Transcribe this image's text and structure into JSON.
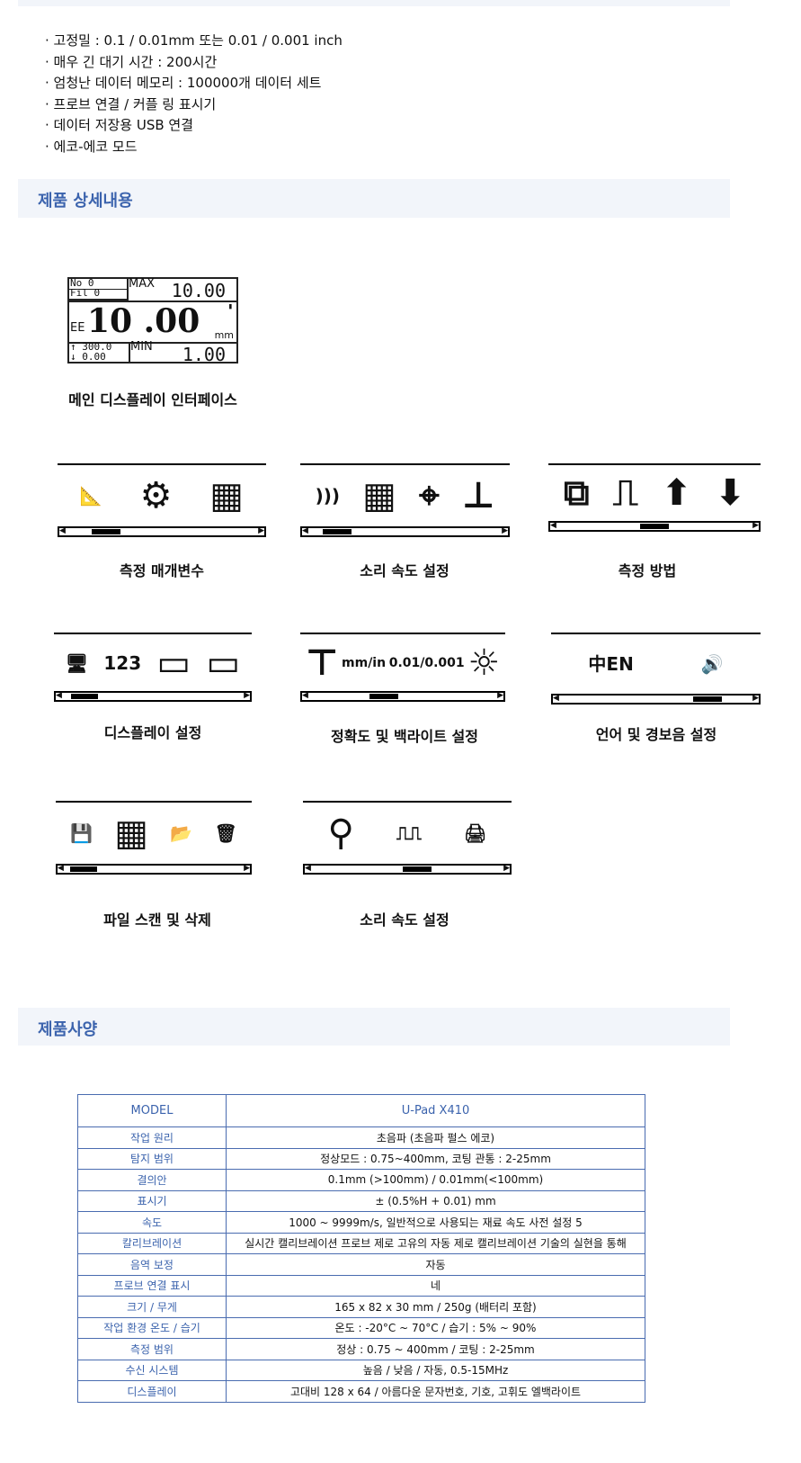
{
  "bullets": [
    "· 고정밀 : 0.1 / 0.01mm 또는 0.01 / 0.001 inch",
    "· 매우 긴 대기 시간 : 200시간",
    "· 엄청난 데이터 메모리 : 100000개 데이터 세트",
    "· 프로브 연결 / 커플 링 표시기",
    "· 데이터 저장용 USB 연결",
    "· 에코-에코 모드"
  ],
  "section_detail": "제품 상세내용",
  "lcd": {
    "no": "No  0",
    "fil": "Fil 0",
    "max_label": "MAX",
    "max_value": "10.00",
    "mode": "EE",
    "main_value": "10 .00",
    "unit": "mm",
    "upper": "↑ 300.0",
    "lower": "↓ 0.00",
    "min_label": "MIN",
    "min_value": "1.00"
  },
  "main_caption": "메인 디스플레이 인터페이스",
  "panels": [
    {
      "caption": "측정 매개변수",
      "icons": [
        "📐",
        "⚙",
        "▦"
      ],
      "scroll": 0.15
    },
    {
      "caption": "소리 속도 설정",
      "icons": [
        ")))",
        "▦",
        "⌖",
        "⊥"
      ],
      "scroll": 0.08
    },
    {
      "caption": "측정 방법",
      "icons": [
        "⧉",
        "⎍",
        "⬆",
        "⬇"
      ],
      "scroll": 0.5
    },
    {
      "caption": "디스플레이 설정",
      "icons": [
        "🖥",
        "123",
        "▭",
        "▭"
      ],
      "scroll": 0.05
    },
    {
      "caption": "정확도 및 백라이트 설정",
      "icons": [
        "⊤",
        "mm/in",
        "0.01/0.001",
        "☼"
      ],
      "scroll": 0.38
    },
    {
      "caption": "언어 및 경보음 설정",
      "icons": [
        "中EN",
        "🔊"
      ],
      "scroll": 0.82
    },
    {
      "caption": "파일 스캔 및 삭제",
      "icons": [
        "💾",
        "▦",
        "📂",
        "🗑"
      ],
      "scroll": 0.03
    },
    {
      "caption": "소리 속도 설정",
      "icons": [
        "⚲",
        "⎍⎍",
        "🖨"
      ],
      "scroll": 0.56
    }
  ],
  "section_spec": "제품사양",
  "spec": {
    "header": [
      "MODEL",
      "U-Pad X410"
    ],
    "rows": [
      [
        "작업 원리",
        "초음파 (초음파 펄스 에코)"
      ],
      [
        "탐지 범위",
        "정상모드 : 0.75~400mm, 코팅 관통 : 2-25mm"
      ],
      [
        "결의안",
        "0.1mm (>100mm) / 0.01mm(<100mm)"
      ],
      [
        "표시기",
        "± (0.5%H + 0.01) mm"
      ],
      [
        "속도",
        "1000 ~ 9999m/s,  일반적으로 사용되는 재료 속도 사전 설정 5"
      ],
      [
        "칼리브레이션",
        "실시간 캘리브레이션 프로브 제로 고유의 자동 제로 캘리브레이션 기술의 실현을 통해"
      ],
      [
        "음역 보정",
        "자동"
      ],
      [
        "프로브 연결 표시",
        "네"
      ],
      [
        "크기 / 무게",
        "165 x 82 x 30 mm / 250g (배터리 포함)"
      ],
      [
        "작업 환경 온도 / 습기",
        "온도 : -20°C ~ 70°C / 습기 : 5% ~ 90%"
      ],
      [
        "측정 범위",
        "정상 : 0.75 ~ 400mm / 코팅 : 2-25mm"
      ],
      [
        "수신 시스템",
        "높음 / 낮음 / 자동, 0.5-15MHz"
      ],
      [
        "디스플레이",
        "고대비 128 x 64 / 아름다운 문자번호, 기호, 고휘도 엘백라이트"
      ]
    ]
  }
}
